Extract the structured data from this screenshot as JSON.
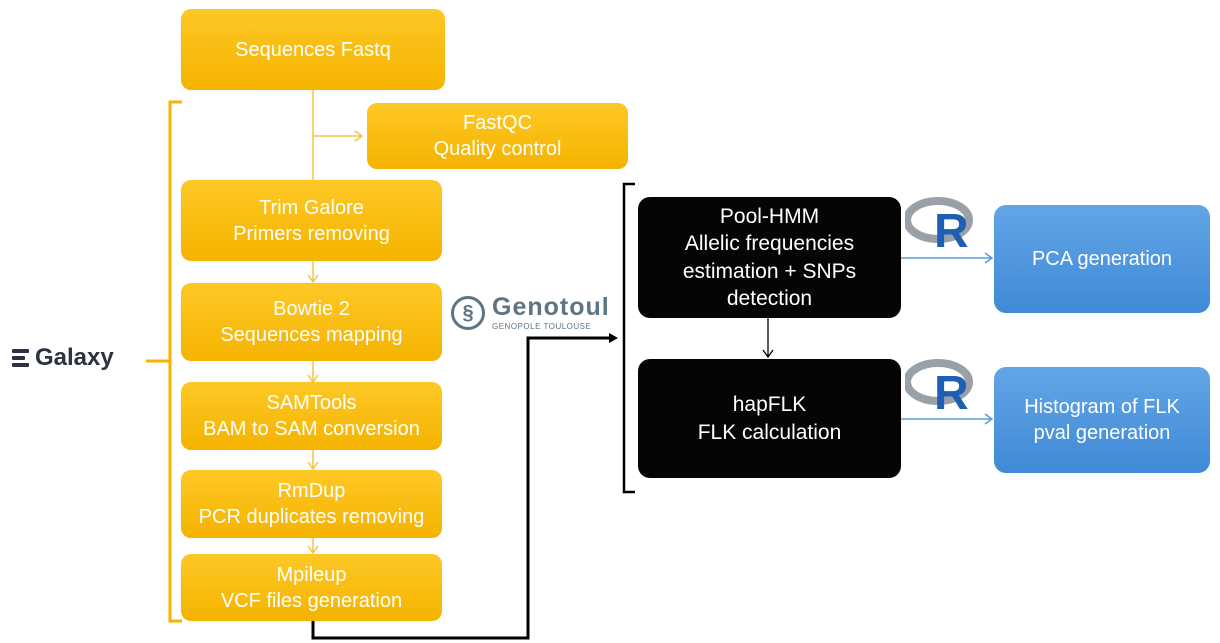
{
  "galaxy": {
    "label": "Galaxy"
  },
  "genotoul": {
    "name": "Genotoul",
    "subtitle": "GENOPOLE TOULOUSE"
  },
  "r_logo": {
    "letter": "R"
  },
  "steps": {
    "fastq": {
      "line1": "Sequences Fastq"
    },
    "fastqc": {
      "line1": "FastQC",
      "line2": "Quality control"
    },
    "trim": {
      "line1": "Trim Galore",
      "line2": "Primers removing"
    },
    "bowtie": {
      "line1": "Bowtie 2",
      "line2": "Sequences mapping"
    },
    "samtools": {
      "line1": "SAMTools",
      "line2": "BAM to SAM conversion"
    },
    "rmdup": {
      "line1": "RmDup",
      "line2": "PCR duplicates removing"
    },
    "mpileup": {
      "line1": "Mpileup",
      "line2": "VCF files generation"
    },
    "poolhmm": {
      "line1": "Pool-HMM",
      "line2": "Allelic frequencies",
      "line3": "estimation + SNPs",
      "line4": "detection"
    },
    "hapflk": {
      "line1": "hapFLK",
      "line2": "FLK calculation"
    },
    "pca": {
      "line1": "PCA generation"
    },
    "histogram": {
      "line1": "Histogram of FLK",
      "line2": "pval generation"
    }
  },
  "colors": {
    "gold": "#f7bb0f",
    "dark": "#050505",
    "blue": "#4a90dc",
    "connector_gold": "#f5c342",
    "connector_blue": "#5b9bd5"
  }
}
